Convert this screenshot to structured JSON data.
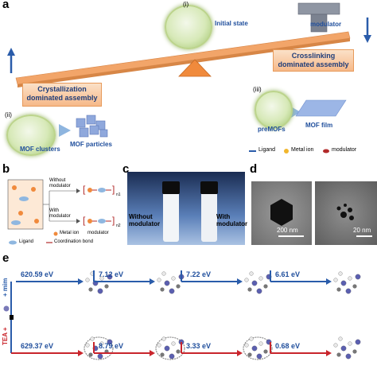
{
  "panels": {
    "a": {
      "label": "a",
      "initial_state": "(i)",
      "initial_state_text": "Initial state",
      "modulator": "modulator",
      "crosslinking": "Crosslinking dominated assembly",
      "crystallization": "Crystallization dominated assembly",
      "ii": "(ii)",
      "iii": "(iii)",
      "mof_clusters": "MOF clusters",
      "mof_particles": "MOF particles",
      "premofs": "preMOFs",
      "mof_film": "MOF film",
      "legend_ligand": "Ligand",
      "legend_metal": "Metal ion",
      "legend_modulator": "modulator"
    },
    "b": {
      "label": "b",
      "without": "Without modulator",
      "with": "With modulator",
      "n1": "n1",
      "n2": "n2",
      "leg_metal": "Metal ion",
      "leg_modulator": "modulator",
      "leg_ligand": "Ligand",
      "leg_bond": "Coordination bond"
    },
    "c": {
      "label": "c",
      "without": "Without modulator",
      "with": "With modulator"
    },
    "d": {
      "label": "d",
      "scale1": "200 nm",
      "scale2": "20 nm"
    },
    "e": {
      "label": "e",
      "top_label": "+ mim",
      "bottom_label": "TEA +",
      "energies_top": [
        "620.59 eV",
        "7.12 eV",
        "7.22 eV",
        "6.61 eV"
      ],
      "energies_bottom": [
        "629.37 eV",
        "8.79 eV",
        "3.33 eV",
        "0.68 eV"
      ]
    }
  },
  "colors": {
    "blue_arrow": "#2a5caa",
    "red_arrow": "#c9252c",
    "beam": "#f0a266",
    "orange": "#f08a3c"
  }
}
